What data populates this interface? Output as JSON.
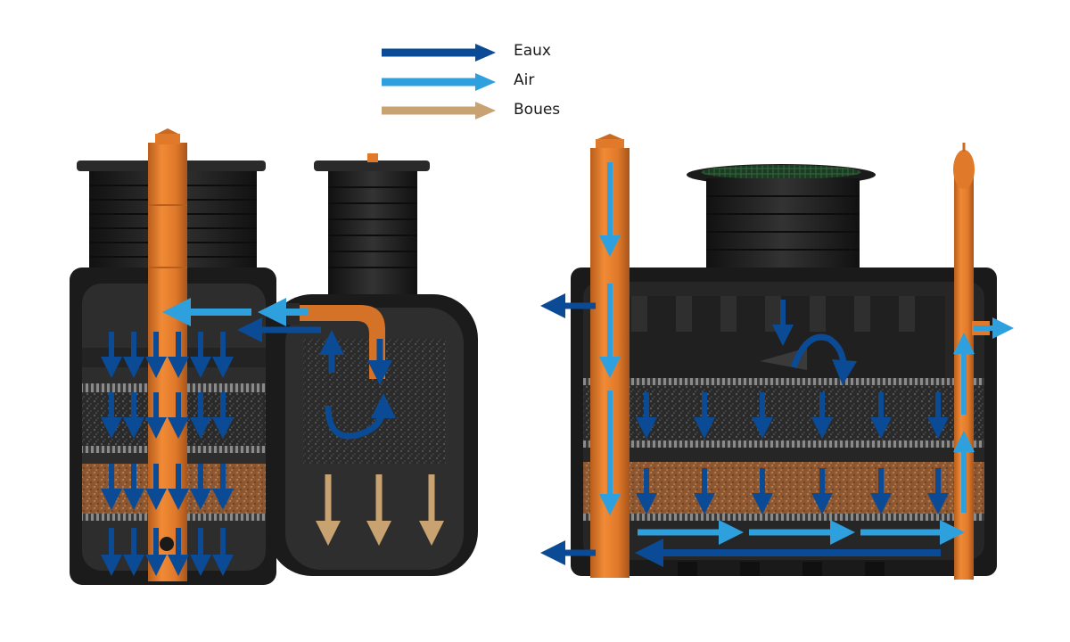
{
  "legend": [
    {
      "label": "Eaux",
      "color": "#0b4b96",
      "icon": "water-arrow"
    },
    {
      "label": "Air",
      "color": "#2fa0de",
      "icon": "air-arrow"
    },
    {
      "label": "Boues",
      "color": "#c9a272",
      "icon": "sludge-arrow"
    }
  ],
  "colors": {
    "tank_shell": "#1d1d1d",
    "tank_inner": "#2b2b2b",
    "pipe": "#e07a2a",
    "pipe_dark": "#b85e1c",
    "filter_media": "#2e2e2e",
    "coco_media": "#9b6238",
    "lid_green": "#1e4d2a"
  }
}
